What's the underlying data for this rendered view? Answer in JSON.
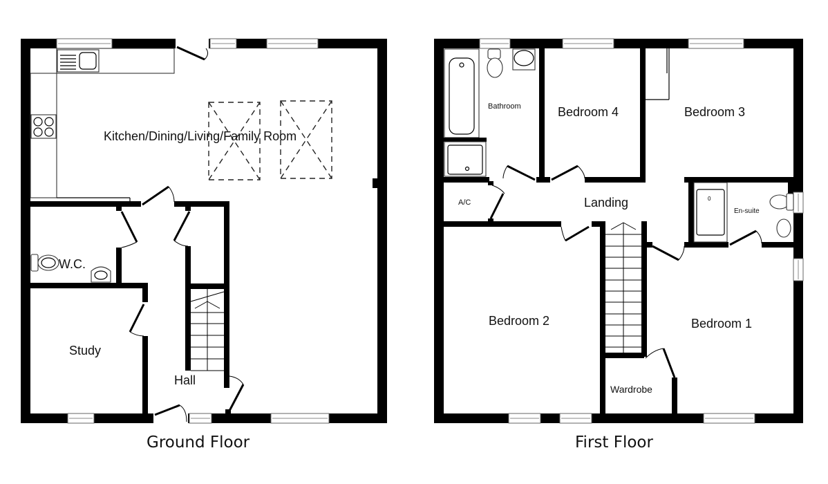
{
  "floors": [
    {
      "title": "Ground Floor",
      "rooms": [
        {
          "label": "Kitchen/Dining/Living/Family Room"
        },
        {
          "label": "W.C."
        },
        {
          "label": "Study"
        },
        {
          "label": "Hall"
        }
      ]
    },
    {
      "title": "First Floor",
      "rooms": [
        {
          "label": "Bathroom"
        },
        {
          "label": "Bedroom 4"
        },
        {
          "label": "Bedroom 3"
        },
        {
          "label": "A/C"
        },
        {
          "label": "Landing"
        },
        {
          "label": "En-suite"
        },
        {
          "label": "Bedroom 2"
        },
        {
          "label": "Bedroom 1"
        },
        {
          "label": "Wardrobe"
        }
      ]
    }
  ],
  "colors": {
    "wall": "#000000",
    "background": "#ffffff",
    "window": "#888888"
  }
}
